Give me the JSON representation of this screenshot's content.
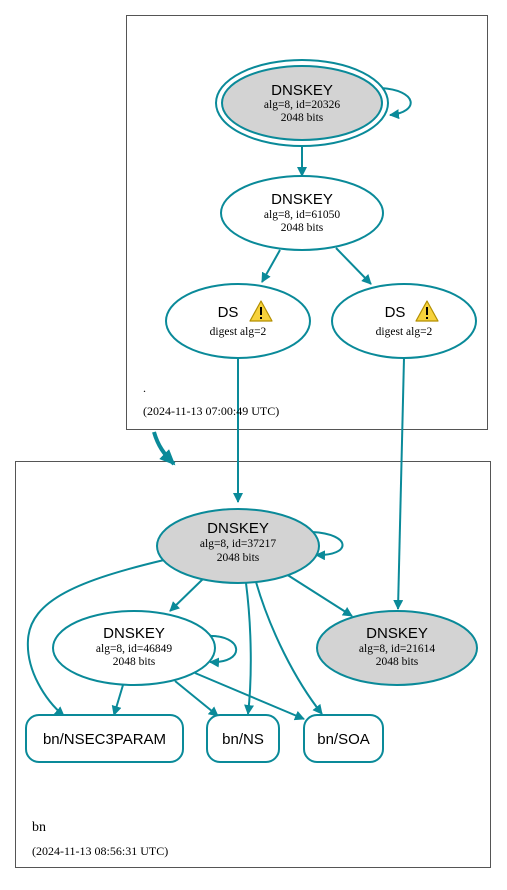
{
  "colors": {
    "edge": "#0a8a99",
    "node_border": "#0a8a99",
    "node_fill_grey": "#d3d3d3",
    "node_fill_white": "#ffffff",
    "zone_border": "#555555",
    "warning_fill": "#f7d23c",
    "warning_border": "#b38f00"
  },
  "zones": {
    "root": {
      "name": ".",
      "timestamp": "(2024-11-13 07:00:49 UTC)"
    },
    "bn": {
      "name": "bn",
      "timestamp": "(2024-11-13 08:56:31 UTC)"
    }
  },
  "nodes": {
    "root_ksk": {
      "title": "DNSKEY",
      "line1": "alg=8, id=20326",
      "line2": "2048 bits"
    },
    "root_zsk": {
      "title": "DNSKEY",
      "line1": "alg=8, id=61050",
      "line2": "2048 bits"
    },
    "ds1": {
      "title": "DS",
      "line1": "digest alg=2",
      "icon": "warning-icon"
    },
    "ds2": {
      "title": "DS",
      "line1": "digest alg=2",
      "icon": "warning-icon"
    },
    "bn_ksk_37217": {
      "title": "DNSKEY",
      "line1": "alg=8, id=37217",
      "line2": "2048 bits"
    },
    "bn_zsk_46849": {
      "title": "DNSKEY",
      "line1": "alg=8, id=46849",
      "line2": "2048 bits"
    },
    "bn_ksk_21614": {
      "title": "DNSKEY",
      "line1": "alg=8, id=21614",
      "line2": "2048 bits"
    },
    "rr_nsec3param": {
      "label": "bn/NSEC3PARAM"
    },
    "rr_ns": {
      "label": "bn/NS"
    },
    "rr_soa": {
      "label": "bn/SOA"
    }
  }
}
